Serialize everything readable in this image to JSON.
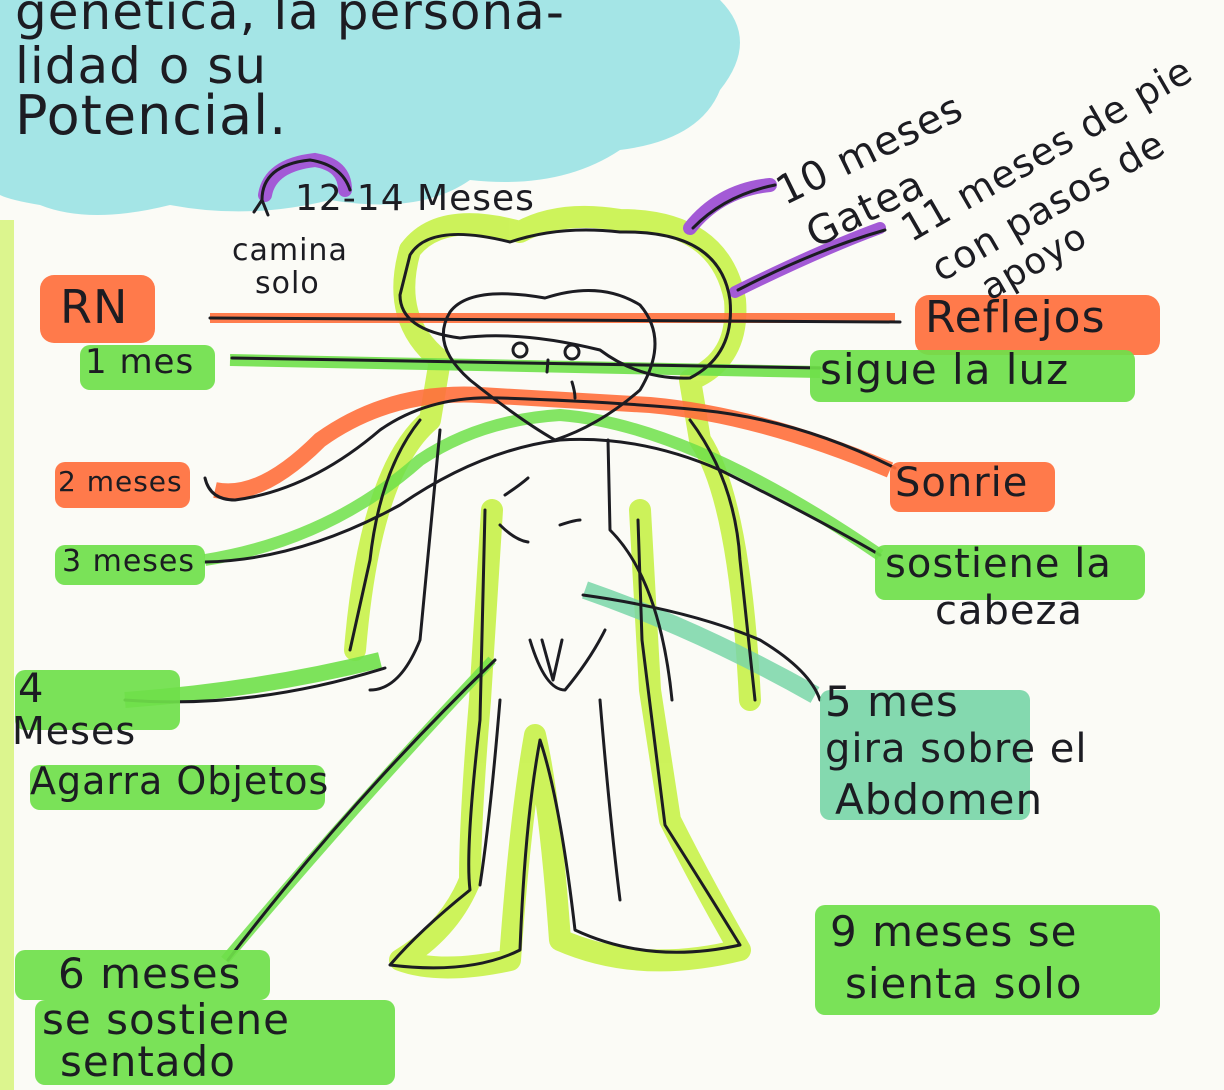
{
  "header_text": {
    "line1": "genetica, la persona-",
    "line2": "lidad o su",
    "line3": "Potencial."
  },
  "milestones": {
    "walk_months": "12-14 Meses",
    "walk_text_1": "camina",
    "walk_text_2": "solo",
    "crawl_1": "10 meses",
    "crawl_2": "Gatea",
    "stand_1": "11 meses de pie",
    "stand_2": "con pasos de",
    "stand_3": "apoyo",
    "rn_label": "RN",
    "rn_text": "Reflejos",
    "m1_label": "1 mes",
    "m1_text": "sigue la luz",
    "m2_label": "2 meses",
    "m2_text": "Sonrie",
    "m3_label": "3 meses",
    "m3_text_1": "sostiene la",
    "m3_text_2": "cabeza",
    "m4_label_1": "4",
    "m4_label_2": "Meses",
    "m4_text": "Agarra Objetos",
    "m5_label": "5 mes",
    "m5_text_1": "gira sobre el",
    "m5_text_2": "Abdomen",
    "m6_label": "6 meses",
    "m6_text_1": "se sostiene",
    "m6_text_2": "sentado",
    "m9_text_1": "9 meses se",
    "m9_text_2": "sienta solo"
  },
  "colors": {
    "ink": "#1c1c22",
    "highlight_green": "#6fe04a",
    "highlight_orange": "#ff6f3c",
    "highlight_teal": "#79d6a8",
    "highlight_cyan": "#8fe0e2",
    "purple": "#a35ad6",
    "lime_outline": "#c8f24a"
  }
}
